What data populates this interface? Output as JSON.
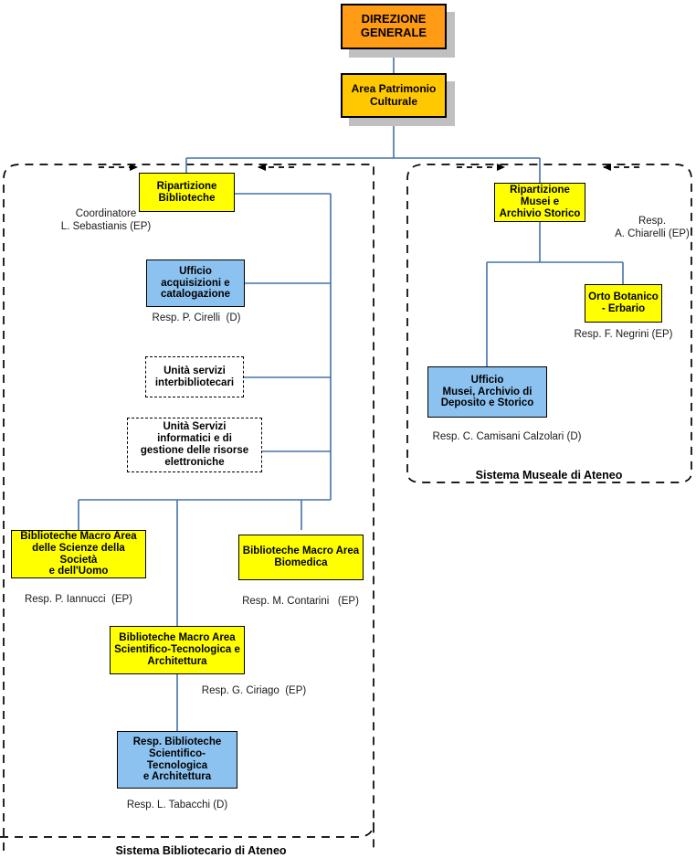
{
  "diagram": {
    "title": "Organigramma Area Patrimonio Culturale",
    "colors": {
      "top_box": "#FF9B14",
      "gold_box": "#FFC800",
      "yellow_box": "#FFFF00",
      "blue_box": "#8CC2F0",
      "connector": "#4472A8",
      "border": "#000000",
      "shadow": "#C0C0C0"
    }
  },
  "top": {
    "direzione": "DIREZIONE\nGENERALE",
    "area": "Area Patrimonio\nCulturale"
  },
  "library_system": {
    "group_label": "Sistema Bibliotecario di Ateneo",
    "ripartizione": {
      "label": "Ripartizione\nBiblioteche",
      "caption": "Coordinatore\nL. Sebastianis (EP)"
    },
    "ufficio_acquisizioni": {
      "label": "Ufficio\nacquisizioni e\ncatalogazione",
      "caption": "Resp. P. Cirelli  (D)"
    },
    "unita_interbibliotecari": {
      "label": "Unità servizi\ninterbibliotecari",
      "caption": ""
    },
    "unita_informatici": {
      "label": "Unità Servizi\ninformatici e di\ngestione delle risorse\nelettroniche",
      "caption": ""
    },
    "macro_societa": {
      "label": "Biblioteche Macro Area\ndelle Scienze della Società\ne dell'Uomo",
      "caption": "Resp. P. Iannucci  (EP)"
    },
    "macro_biomedica": {
      "label": "Biblioteche Macro Area\nBiomedica",
      "caption": "Resp. M. Contarini   (EP)"
    },
    "macro_scientifico": {
      "label": "Biblioteche Macro Area\nScientifico-Tecnologica e\nArchitettura",
      "caption": "Resp. G. Ciriago  (EP)"
    },
    "resp_scientifico": {
      "label": "Resp. Biblioteche\nScientifico-Tecnologica\ne Architettura",
      "caption": "Resp. L. Tabacchi (D)"
    }
  },
  "museum_system": {
    "group_label": "Sistema Museale di Ateneo",
    "ripartizione": {
      "label": "Ripartizione\nMusei e\nArchivio Storico",
      "caption": "Resp.\nA. Chiarelli (EP)"
    },
    "orto_botanico": {
      "label": "Orto Botanico\n- Erbario",
      "caption": "Resp. F. Negrini (EP)"
    },
    "ufficio_musei": {
      "label": "Ufficio\nMusei, Archivio di\nDeposito e Storico",
      "caption": "Resp. C. Camisani Calzolari (D)"
    }
  }
}
